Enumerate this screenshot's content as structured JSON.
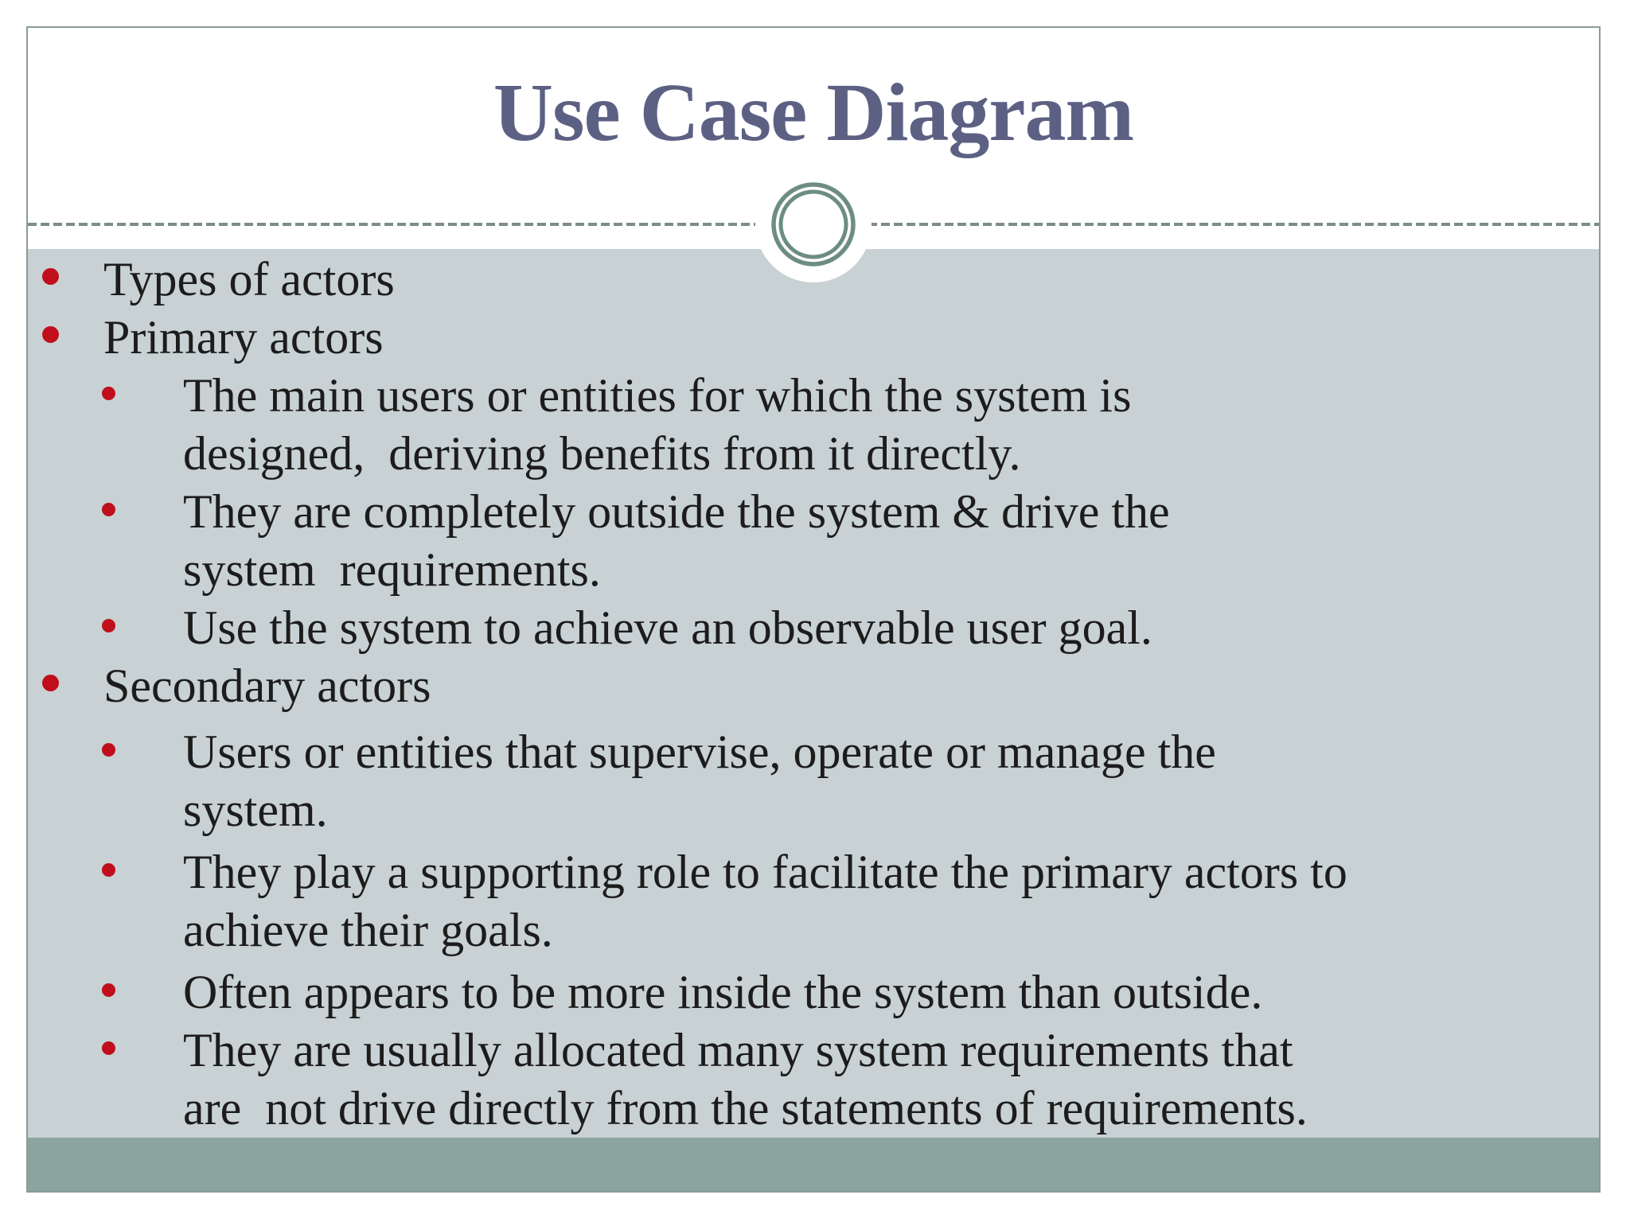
{
  "slide": {
    "title": "Use Case Diagram",
    "ornament": "double-circle-ornament",
    "colors": {
      "title_text": "#5c6184",
      "body_text": "#1c1c1c",
      "bullet_red": "#c00e1c",
      "content_background": "#c8d1d3",
      "footer_band": "#8ca49f",
      "slide_border": "#8a9b96",
      "ornament_ring": "#6d8d82",
      "dashed_line": "#7c8d86"
    },
    "bullets": [
      {
        "level": 1,
        "text": "Types of actors"
      },
      {
        "level": 1,
        "text": "Primary actors"
      },
      {
        "level": 2,
        "text": "The main users or entities for which the system is\ndesigned,  deriving benefits from it directly."
      },
      {
        "level": 2,
        "text": "They are completely outside the system & drive the\nsystem  requirements."
      },
      {
        "level": 2,
        "text": "Use the system to achieve an observable user goal."
      },
      {
        "level": 1,
        "text": "Secondary actors"
      },
      {
        "level": 2,
        "text": "Users or entities that supervise, operate or manage the\nsystem."
      },
      {
        "level": 2,
        "text": "They play a supporting role to facilitate the primary actors to\nachieve their goals."
      },
      {
        "level": 2,
        "text": "Often appears to be more inside the system than outside."
      },
      {
        "level": 2,
        "text": "They are usually allocated many system requirements that\nare  not drive directly from the statements of requirements."
      }
    ]
  }
}
